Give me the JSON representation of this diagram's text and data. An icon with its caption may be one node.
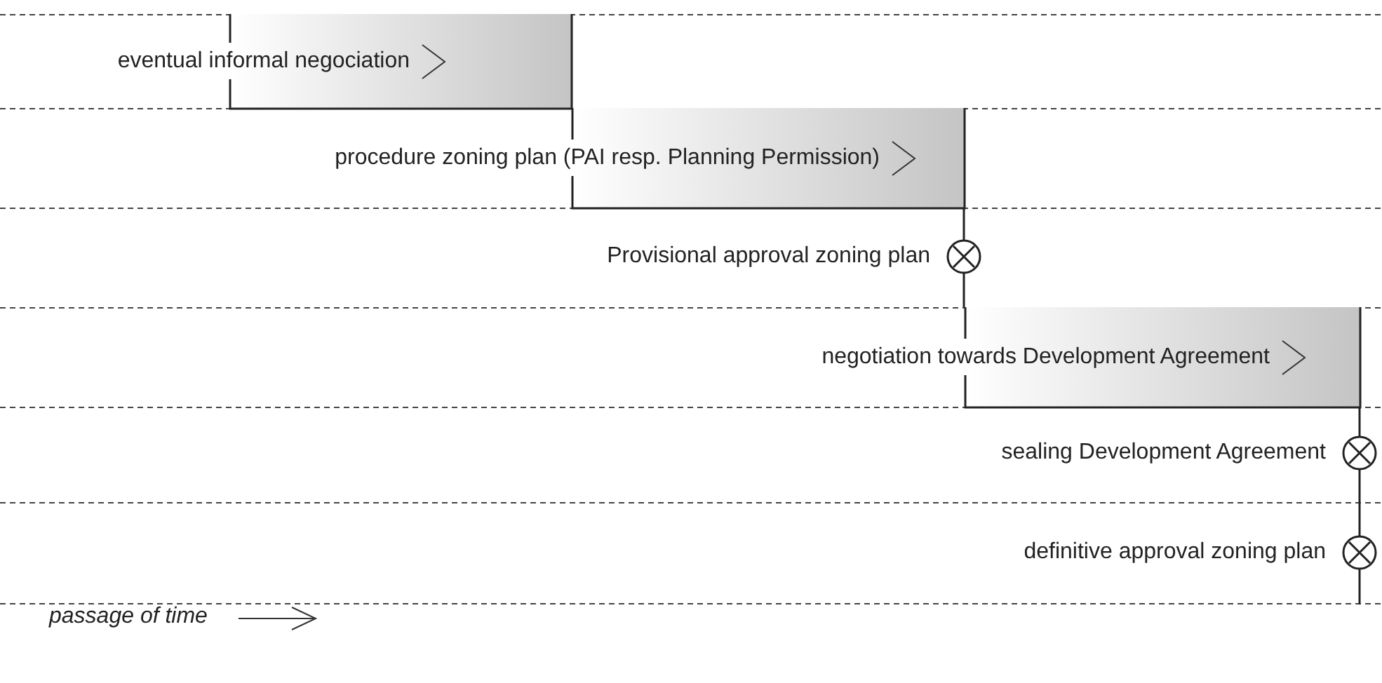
{
  "diagram": {
    "nodes": [
      {
        "text": [
          "eventual informal negociation"
        ]
      },
      {
        "text": [
          "procedure zoning plan (PAI resp. Planning Permission)"
        ]
      },
      {
        "text": [],
        "shape": "circle",
        "beside": [
          "Provisional approval zoning plan"
        ]
      },
      {
        "text": [
          "negotiation towards Development Agreement"
        ]
      },
      {
        "text": [],
        "shape": "circle",
        "beside": [
          "sealing Development Agreement"
        ]
      },
      {
        "text": [],
        "shape": "circle",
        "beside": [
          "definitive approval zoning plan"
        ]
      }
    ],
    "edges": [
      {
        "from": 1,
        "to": 2,
        "arrow": "none"
      },
      {
        "from": 2,
        "to": 3,
        "arrow": "none"
      },
      {
        "from": 3,
        "to": 4,
        "arrow": "none"
      },
      {
        "from": 4,
        "to": 5,
        "arrow": "none"
      }
    ],
    "labels": [
      "passage of time"
    ]
  }
}
